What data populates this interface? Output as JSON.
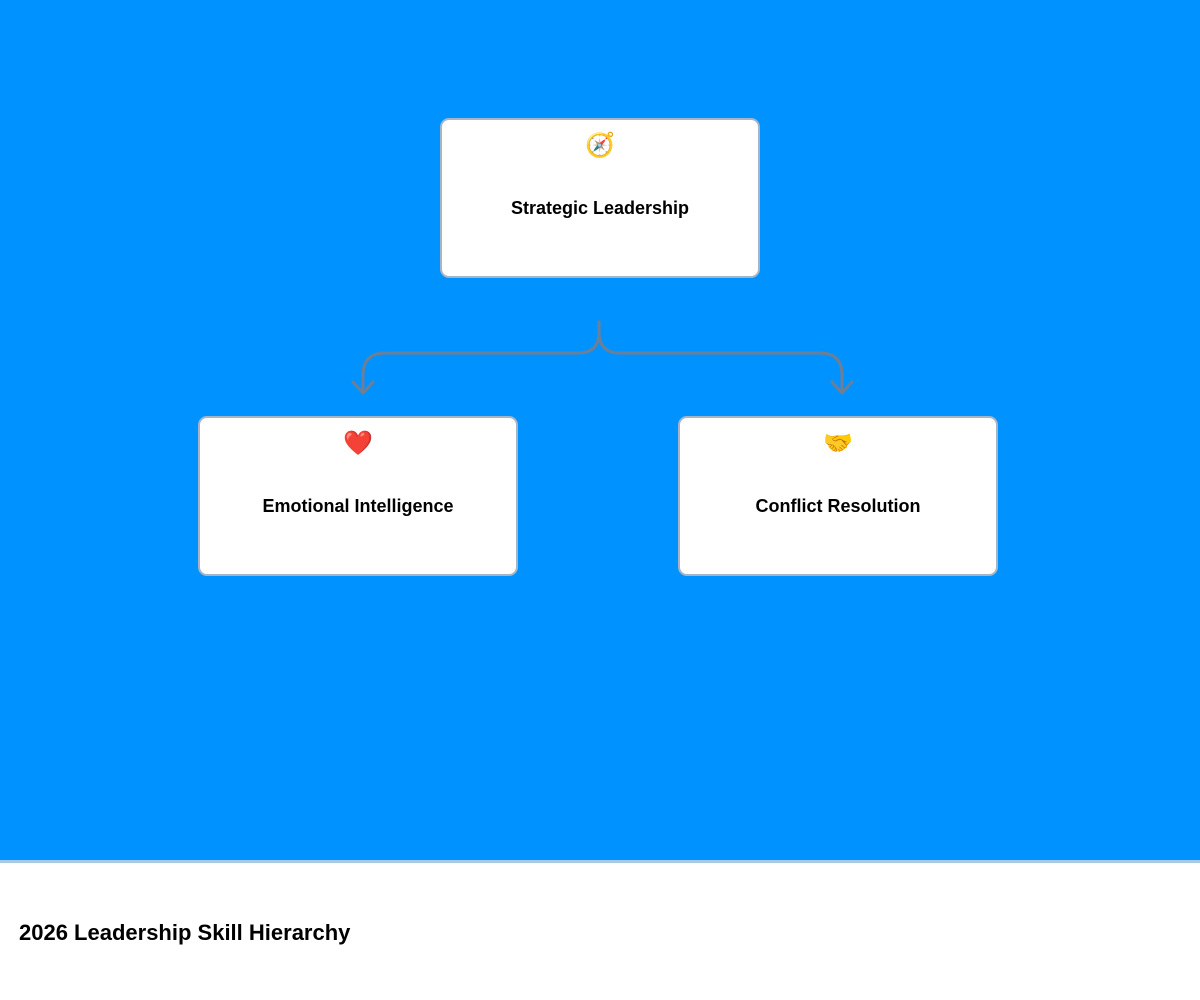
{
  "diagram": {
    "background_color": "#0093ff",
    "connector_color": "#6b7f99",
    "root": {
      "label": "Strategic Leadership",
      "icon": "compass-icon",
      "glyph": "🧭"
    },
    "children": [
      {
        "label": "Emotional Intelligence",
        "icon": "heart-icon",
        "glyph": "❤️"
      },
      {
        "label": "Conflict Resolution",
        "icon": "handshake-icon",
        "glyph": "🤝"
      }
    ]
  },
  "footer": {
    "title": "2026 Leadership Skill Hierarchy"
  }
}
